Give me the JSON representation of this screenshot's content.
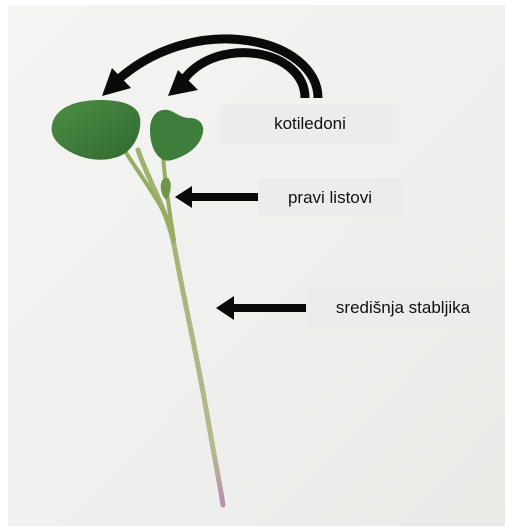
{
  "figure": {
    "labels": {
      "cotyledons": "kotiledoni",
      "true_leaves": "pravi listovi",
      "central_stem": "središnja stabljika"
    },
    "icons": {
      "arrows": "arrow-icon"
    },
    "colors": {
      "background": "#f1f1ef",
      "leaf": "#3f7d3a",
      "stem": "#a6b377",
      "arrow": "#0a0a0a",
      "label_bg": "#ececec"
    }
  }
}
